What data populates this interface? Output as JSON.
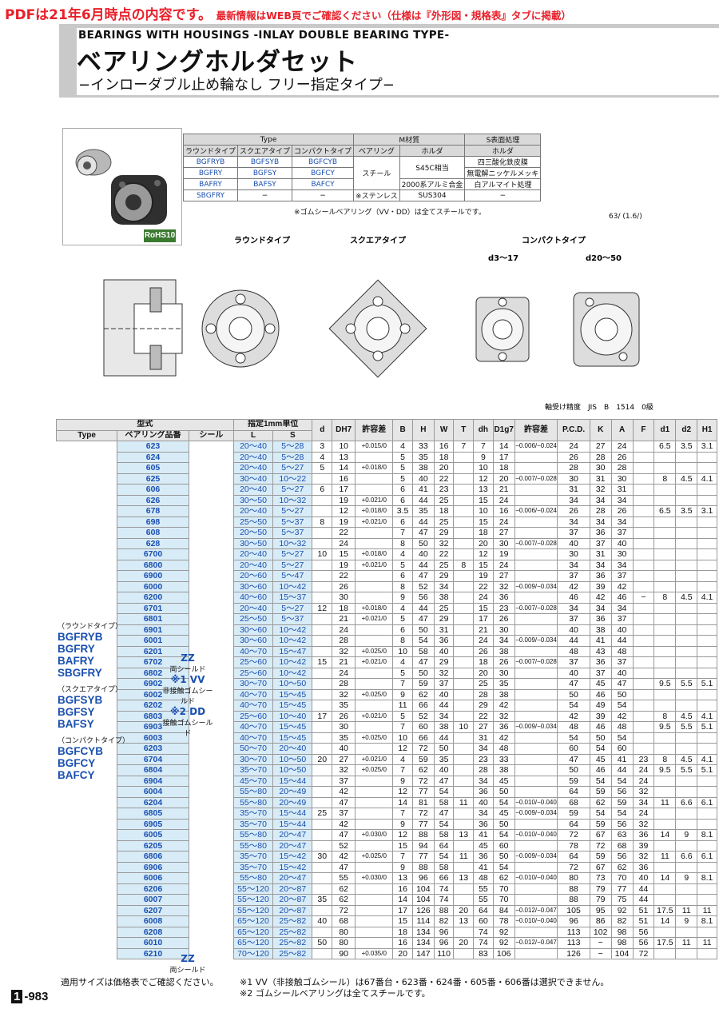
{
  "header": {
    "pdf_note_big": "PDFは21年6月時点の内容です。",
    "pdf_note_small": "最新情報はWEB頁でご確認ください（仕様は『外形図・規格表』タブに掲載）",
    "title_en": "BEARINGS WITH HOUSINGS -INLAY DOUBLE BEARING TYPE-",
    "title_jp": "ベアリングホルダセット",
    "subtitle_jp": "−インローダブル止め輪なし フリー指定タイプ−"
  },
  "rohs": "RoHS10",
  "spec_table": {
    "headers": [
      "Type",
      "M材質",
      "S表面処理"
    ],
    "subheaders": [
      "ラウンドタイプ",
      "スクエアタイプ",
      "コンパクトタイプ",
      "ベアリング",
      "ホルダ",
      "ホルダ"
    ],
    "rows": [
      [
        "BGFRYB",
        "BGFSYB",
        "BGFCYB",
        "スチール",
        "S45C相当",
        "四三酸化鉄皮膜"
      ],
      [
        "BGFRY",
        "BGFSY",
        "BGFCY",
        "",
        "",
        "無電解ニッケルメッキ"
      ],
      [
        "BAFRY",
        "BAFSY",
        "BAFCY",
        "",
        "2000系アルミ合金",
        "白アルマイト処理"
      ],
      [
        "SBGFRY",
        "−",
        "−",
        "※ステンレス",
        "SUS304",
        "−"
      ]
    ],
    "note": "※ゴムシールベアリング（VV・DD）は全てスチールです。"
  },
  "drawing": {
    "labels": [
      "ラウンドタイプ",
      "スクエアタイプ",
      "コンパクトタイプ",
      "d3〜17",
      "d20〜50"
    ],
    "roughness": "63/ (1.6/)",
    "accuracy": "軸受け精度　JIS　B　1514　0級"
  },
  "main_table": {
    "header_row1": [
      "型式",
      "指定1mm単位",
      "d",
      "DH7",
      "許容差",
      "B",
      "H",
      "W",
      "T",
      "dh",
      "D1g7",
      "許容差",
      "P.C.D.",
      "K",
      "A",
      "F",
      "d1",
      "d2",
      "H1"
    ],
    "header_row2": [
      "Type",
      "ベアリング品番",
      "シール",
      "L",
      "S"
    ],
    "rows": [
      [
        "623",
        "20〜40",
        "5〜28",
        "3",
        "10",
        "+0.015/0",
        "4",
        "33",
        "16",
        "7",
        "7",
        "14",
        "−0.006/−0.024",
        "24",
        "27",
        "24",
        "",
        "6.5",
        "3.5",
        "3.1"
      ],
      [
        "624",
        "20〜40",
        "5〜28",
        "4",
        "13",
        "",
        "5",
        "35",
        "18",
        "",
        "9",
        "17",
        "",
        "26",
        "28",
        "26",
        "",
        "",
        "",
        ""
      ],
      [
        "605",
        "20〜40",
        "5〜27",
        "5",
        "14",
        "+0.018/0",
        "5",
        "38",
        "20",
        "",
        "10",
        "18",
        "",
        "28",
        "30",
        "28",
        "",
        "",
        "",
        ""
      ],
      [
        "625",
        "30〜40",
        "10〜22",
        "",
        "16",
        "",
        "5",
        "40",
        "22",
        "",
        "12",
        "20",
        "−0.007/−0.028",
        "30",
        "31",
        "30",
        "",
        "8",
        "4.5",
        "4.1"
      ],
      [
        "606",
        "20〜40",
        "5〜27",
        "6",
        "17",
        "",
        "6",
        "41",
        "23",
        "",
        "13",
        "21",
        "",
        "31",
        "32",
        "31",
        "",
        "",
        "",
        ""
      ],
      [
        "626",
        "30〜50",
        "10〜32",
        "",
        "19",
        "+0.021/0",
        "6",
        "44",
        "25",
        "",
        "15",
        "24",
        "",
        "34",
        "34",
        "34",
        "",
        "",
        "",
        ""
      ],
      [
        "678",
        "20〜40",
        "5〜27",
        "",
        "12",
        "+0.018/0",
        "3.5",
        "35",
        "18",
        "",
        "10",
        "16",
        "−0.006/−0.024",
        "26",
        "28",
        "26",
        "",
        "6.5",
        "3.5",
        "3.1"
      ],
      [
        "698",
        "25〜50",
        "5〜37",
        "8",
        "19",
        "+0.021/0",
        "6",
        "44",
        "25",
        "",
        "15",
        "24",
        "",
        "34",
        "34",
        "34",
        "",
        "",
        "",
        ""
      ],
      [
        "608",
        "20〜50",
        "5〜37",
        "",
        "22",
        "",
        "7",
        "47",
        "29",
        "",
        "18",
        "27",
        "",
        "37",
        "36",
        "37",
        "",
        "",
        "",
        ""
      ],
      [
        "628",
        "30〜50",
        "10〜32",
        "",
        "24",
        "",
        "8",
        "50",
        "32",
        "",
        "20",
        "30",
        "−0.007/−0.028",
        "40",
        "37",
        "40",
        "",
        "",
        "",
        ""
      ],
      [
        "6700",
        "20〜40",
        "5〜27",
        "10",
        "15",
        "+0.018/0",
        "4",
        "40",
        "22",
        "",
        "12",
        "19",
        "",
        "30",
        "31",
        "30",
        "",
        "",
        "",
        ""
      ],
      [
        "6800",
        "20〜40",
        "5〜27",
        "",
        "19",
        "+0.021/0",
        "5",
        "44",
        "25",
        "8",
        "15",
        "24",
        "",
        "34",
        "34",
        "34",
        "",
        "",
        "",
        ""
      ],
      [
        "6900",
        "20〜60",
        "5〜47",
        "",
        "22",
        "",
        "6",
        "47",
        "29",
        "",
        "19",
        "27",
        "",
        "37",
        "36",
        "37",
        "",
        "",
        "",
        ""
      ],
      [
        "6000",
        "30〜60",
        "10〜42",
        "",
        "26",
        "",
        "8",
        "52",
        "34",
        "",
        "22",
        "32",
        "−0.009/−0.034",
        "42",
        "39",
        "42",
        "",
        "",
        "",
        ""
      ],
      [
        "6200",
        "40〜60",
        "15〜37",
        "",
        "30",
        "",
        "9",
        "56",
        "38",
        "",
        "24",
        "36",
        "",
        "46",
        "42",
        "46",
        "−",
        "8",
        "4.5",
        "4.1"
      ],
      [
        "6701",
        "20〜40",
        "5〜27",
        "12",
        "18",
        "+0.018/0",
        "4",
        "44",
        "25",
        "",
        "15",
        "23",
        "−0.007/−0.028",
        "34",
        "34",
        "34",
        "",
        "",
        "",
        ""
      ],
      [
        "6801",
        "25〜50",
        "5〜37",
        "",
        "21",
        "+0.021/0",
        "5",
        "47",
        "29",
        "",
        "17",
        "26",
        "",
        "37",
        "36",
        "37",
        "",
        "",
        "",
        ""
      ],
      [
        "6901",
        "30〜60",
        "10〜42",
        "",
        "24",
        "",
        "6",
        "50",
        "31",
        "",
        "21",
        "30",
        "",
        "40",
        "38",
        "40",
        "",
        "",
        "",
        ""
      ],
      [
        "6001",
        "30〜60",
        "10〜42",
        "",
        "28",
        "",
        "8",
        "54",
        "36",
        "",
        "24",
        "34",
        "−0.009/−0.034",
        "44",
        "41",
        "44",
        "",
        "",
        "",
        ""
      ],
      [
        "6201",
        "40〜70",
        "15〜47",
        "",
        "32",
        "+0.025/0",
        "10",
        "58",
        "40",
        "",
        "26",
        "38",
        "",
        "48",
        "43",
        "48",
        "",
        "",
        "",
        ""
      ],
      [
        "6702",
        "25〜60",
        "10〜42",
        "15",
        "21",
        "+0.021/0",
        "4",
        "47",
        "29",
        "",
        "18",
        "26",
        "−0.007/−0.028",
        "37",
        "36",
        "37",
        "",
        "",
        "",
        ""
      ],
      [
        "6802",
        "25〜60",
        "10〜42",
        "",
        "24",
        "",
        "5",
        "50",
        "32",
        "",
        "20",
        "30",
        "",
        "40",
        "37",
        "40",
        "",
        "",
        "",
        ""
      ],
      [
        "6902",
        "30〜70",
        "10〜50",
        "",
        "28",
        "",
        "7",
        "59",
        "37",
        "",
        "25",
        "35",
        "",
        "47",
        "45",
        "47",
        "",
        "9.5",
        "5.5",
        "5.1"
      ],
      [
        "6002",
        "40〜70",
        "15〜45",
        "",
        "32",
        "+0.025/0",
        "9",
        "62",
        "40",
        "",
        "28",
        "38",
        "",
        "50",
        "46",
        "50",
        "",
        "",
        "",
        ""
      ],
      [
        "6202",
        "40〜70",
        "15〜45",
        "",
        "35",
        "",
        "11",
        "66",
        "44",
        "",
        "29",
        "42",
        "",
        "54",
        "49",
        "54",
        "",
        "",
        "",
        ""
      ],
      [
        "6803",
        "25〜60",
        "10〜40",
        "17",
        "26",
        "+0.021/0",
        "5",
        "52",
        "34",
        "",
        "22",
        "32",
        "",
        "42",
        "39",
        "42",
        "",
        "8",
        "4.5",
        "4.1"
      ],
      [
        "6903",
        "40〜70",
        "15〜45",
        "",
        "30",
        "",
        "7",
        "60",
        "38",
        "10",
        "27",
        "36",
        "−0.009/−0.034",
        "48",
        "46",
        "48",
        "",
        "9.5",
        "5.5",
        "5.1"
      ],
      [
        "6003",
        "40〜70",
        "15〜45",
        "",
        "35",
        "+0.025/0",
        "10",
        "66",
        "44",
        "",
        "31",
        "42",
        "",
        "54",
        "50",
        "54",
        "",
        "",
        "",
        ""
      ],
      [
        "6203",
        "50〜70",
        "20〜40",
        "",
        "40",
        "",
        "12",
        "72",
        "50",
        "",
        "34",
        "48",
        "",
        "60",
        "54",
        "60",
        "",
        "",
        "",
        ""
      ],
      [
        "6704",
        "30〜70",
        "10〜50",
        "20",
        "27",
        "+0.021/0",
        "4",
        "59",
        "35",
        "",
        "23",
        "33",
        "",
        "47",
        "45",
        "41",
        "23",
        "8",
        "4.5",
        "4.1"
      ],
      [
        "6804",
        "35〜70",
        "10〜50",
        "",
        "32",
        "+0.025/0",
        "7",
        "62",
        "40",
        "",
        "28",
        "38",
        "",
        "50",
        "46",
        "44",
        "24",
        "9.5",
        "5.5",
        "5.1"
      ],
      [
        "6904",
        "45〜70",
        "15〜44",
        "",
        "37",
        "",
        "9",
        "72",
        "47",
        "",
        "34",
        "45",
        "",
        "59",
        "54",
        "54",
        "24",
        "",
        "",
        ""
      ],
      [
        "6004",
        "55〜80",
        "20〜49",
        "",
        "42",
        "",
        "12",
        "77",
        "54",
        "",
        "36",
        "50",
        "",
        "64",
        "59",
        "56",
        "32",
        "",
        "",
        ""
      ],
      [
        "6204",
        "55〜80",
        "20〜49",
        "",
        "47",
        "",
        "14",
        "81",
        "58",
        "11",
        "40",
        "54",
        "−0.010/−0.040",
        "68",
        "62",
        "59",
        "34",
        "11",
        "6.6",
        "6.1"
      ],
      [
        "6805",
        "35〜70",
        "15〜44",
        "25",
        "37",
        "",
        "7",
        "72",
        "47",
        "",
        "34",
        "45",
        "−0.009/−0.034",
        "59",
        "54",
        "54",
        "24",
        "",
        "",
        ""
      ],
      [
        "6905",
        "35〜70",
        "15〜44",
        "",
        "42",
        "",
        "9",
        "77",
        "54",
        "",
        "36",
        "50",
        "",
        "64",
        "59",
        "56",
        "32",
        "",
        "",
        ""
      ],
      [
        "6005",
        "55〜80",
        "20〜47",
        "",
        "47",
        "+0.030/0",
        "12",
        "88",
        "58",
        "13",
        "41",
        "54",
        "−0.010/−0.040",
        "72",
        "67",
        "63",
        "36",
        "14",
        "9",
        "8.1"
      ],
      [
        "6205",
        "55〜80",
        "20〜47",
        "",
        "52",
        "",
        "15",
        "94",
        "64",
        "",
        "45",
        "60",
        "",
        "78",
        "72",
        "68",
        "39",
        "",
        "",
        ""
      ],
      [
        "6806",
        "35〜70",
        "15〜42",
        "30",
        "42",
        "+0.025/0",
        "7",
        "77",
        "54",
        "11",
        "36",
        "50",
        "−0.009/−0.034",
        "64",
        "59",
        "56",
        "32",
        "11",
        "6.6",
        "6.1"
      ],
      [
        "6906",
        "35〜70",
        "15〜42",
        "",
        "47",
        "",
        "9",
        "88",
        "58",
        "",
        "41",
        "54",
        "",
        "72",
        "67",
        "62",
        "36",
        "",
        "",
        ""
      ],
      [
        "6006",
        "55〜80",
        "20〜47",
        "",
        "55",
        "+0.030/0",
        "13",
        "96",
        "66",
        "13",
        "48",
        "62",
        "−0.010/−0.040",
        "80",
        "73",
        "70",
        "40",
        "14",
        "9",
        "8.1"
      ],
      [
        "6206",
        "55〜120",
        "20〜87",
        "",
        "62",
        "",
        "16",
        "104",
        "74",
        "",
        "55",
        "70",
        "",
        "88",
        "79",
        "77",
        "44",
        "",
        "",
        ""
      ],
      [
        "6007",
        "55〜120",
        "20〜87",
        "35",
        "62",
        "",
        "14",
        "104",
        "74",
        "",
        "55",
        "70",
        "",
        "88",
        "79",
        "75",
        "44",
        "",
        "",
        ""
      ],
      [
        "6207",
        "55〜120",
        "20〜87",
        "",
        "72",
        "",
        "17",
        "126",
        "88",
        "20",
        "64",
        "84",
        "−0.012/−0.047",
        "105",
        "95",
        "92",
        "51",
        "17.5",
        "11",
        "11"
      ],
      [
        "6008",
        "65〜120",
        "25〜82",
        "40",
        "68",
        "",
        "15",
        "114",
        "82",
        "13",
        "60",
        "78",
        "−0.010/−0.040",
        "96",
        "86",
        "82",
        "51",
        "14",
        "9",
        "8.1"
      ],
      [
        "6208",
        "65〜120",
        "25〜82",
        "",
        "80",
        "",
        "18",
        "134",
        "96",
        "",
        "74",
        "92",
        "",
        "113",
        "102",
        "98",
        "56",
        "",
        "",
        ""
      ],
      [
        "6010",
        "65〜120",
        "25〜82",
        "50",
        "80",
        "",
        "16",
        "134",
        "96",
        "20",
        "74",
        "92",
        "−0.012/−0.047",
        "113",
        "−",
        "98",
        "56",
        "17.5",
        "11",
        "11"
      ],
      [
        "6210",
        "70〜120",
        "25〜82",
        "",
        "90",
        "+0.035/0",
        "20",
        "147",
        "110",
        "",
        "83",
        "106",
        "",
        "126",
        "−",
        "104",
        "72",
        "",
        "",
        ""
      ]
    ]
  },
  "type_groups": [
    {
      "label": "（ラウンドタイプ）",
      "types": [
        "BGFRYB",
        "BGFRY",
        "BAFRY",
        "SBGFRY"
      ]
    },
    {
      "label": "（スクエアタイプ）",
      "types": [
        "BGFSYB",
        "BGFSY",
        "BAFSY"
      ]
    },
    {
      "label": "（コンパクトタイプ）",
      "types": [
        "BGFCYB",
        "BGFCY",
        "BAFCY"
      ]
    }
  ],
  "seal": {
    "zz": "ZZ",
    "zz_note": "両シールド",
    "vv": "※1 VV",
    "vv_note": "非接触ゴムシールド",
    "dd": "※2 DD",
    "dd_note": "接触ゴムシールド",
    "zz2": "ZZ",
    "zz2_note": "両シールド"
  },
  "footnotes": {
    "left": "適用サイズは価格表でご確認ください。",
    "n1": "※1 VV（非接触ゴムシール）は67番台・623番・624番・605番・606番は選択できません。",
    "n2": "※2 ゴムシールベアリングは全てスチールです。"
  },
  "page_number_prefix": "1",
  "page_number": "-983"
}
